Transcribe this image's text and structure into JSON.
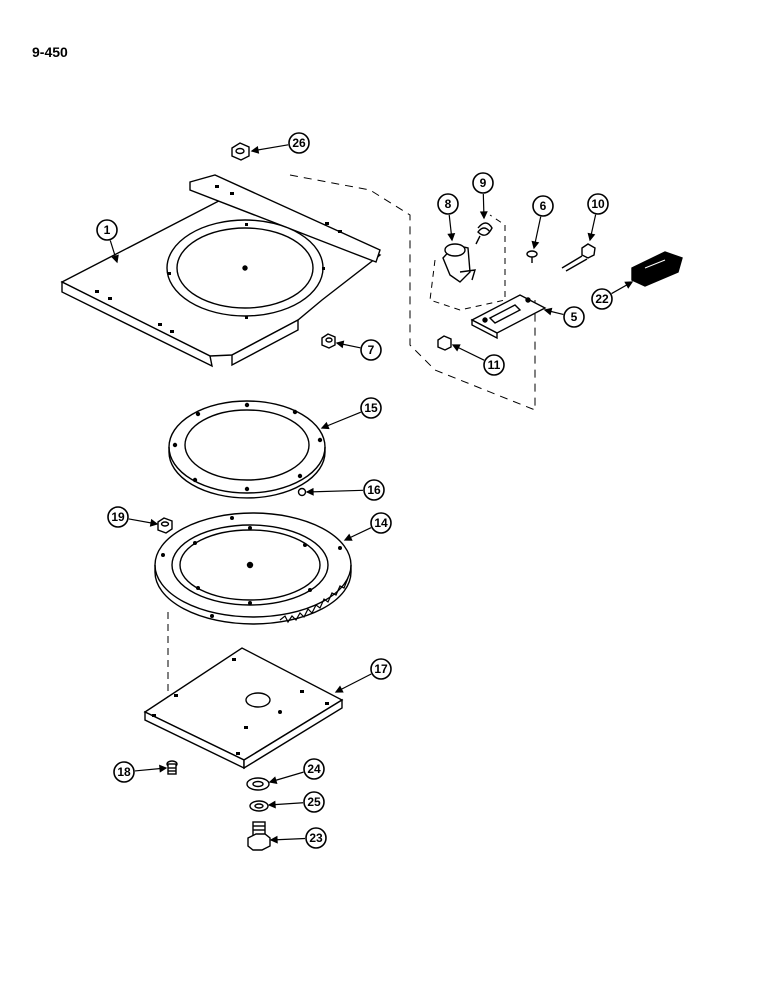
{
  "page": {
    "number": "9-450"
  },
  "callouts": [
    {
      "id": "26",
      "label": "26"
    },
    {
      "id": "1",
      "label": "1"
    },
    {
      "id": "9",
      "label": "9"
    },
    {
      "id": "8",
      "label": "8"
    },
    {
      "id": "6",
      "label": "6"
    },
    {
      "id": "10",
      "label": "10"
    },
    {
      "id": "22",
      "label": "22"
    },
    {
      "id": "5",
      "label": "5"
    },
    {
      "id": "7",
      "label": "7"
    },
    {
      "id": "11",
      "label": "11"
    },
    {
      "id": "15",
      "label": "15"
    },
    {
      "id": "16",
      "label": "16"
    },
    {
      "id": "19",
      "label": "19"
    },
    {
      "id": "14",
      "label": "14"
    },
    {
      "id": "17",
      "label": "17"
    },
    {
      "id": "18",
      "label": "18"
    },
    {
      "id": "24",
      "label": "24"
    },
    {
      "id": "25",
      "label": "25"
    },
    {
      "id": "23",
      "label": "23"
    }
  ],
  "colors": {
    "ink": "#000000",
    "paper": "#ffffff",
    "shade": "#d0d0d0"
  }
}
